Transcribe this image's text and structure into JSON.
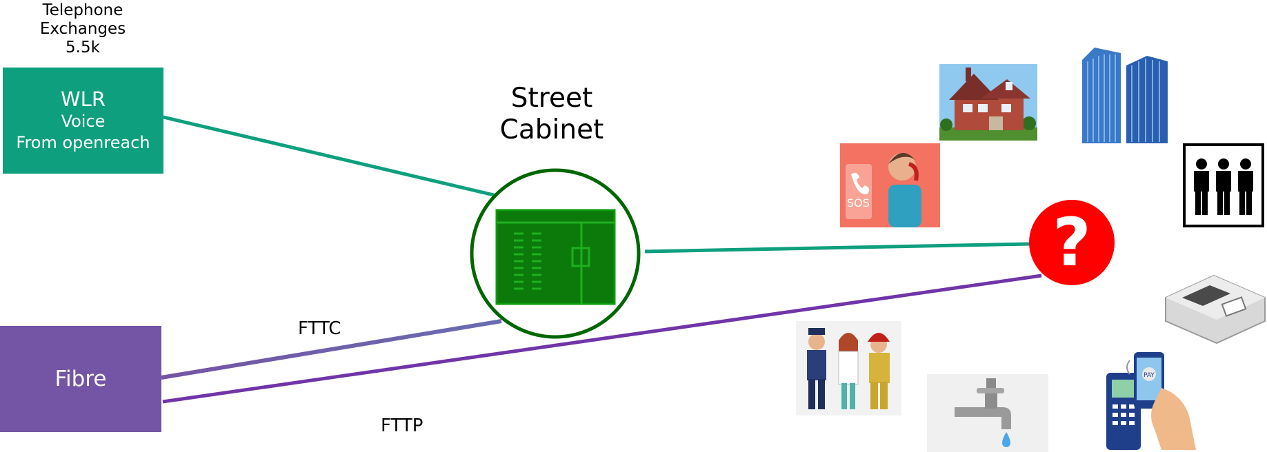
{
  "exchange": {
    "line1": "Telephone",
    "line2": "Exchanges",
    "count": "5.5k"
  },
  "wlr": {
    "title": "WLR",
    "line1": "Voice",
    "line2": "From openreach"
  },
  "fibre": {
    "label": "Fibre"
  },
  "cabinet": {
    "line1": "Street",
    "line2": "Cabinet"
  },
  "links": {
    "fttc": "FTTC",
    "fttp": "FTTP"
  },
  "unknown": {
    "symbol": "?"
  },
  "colors": {
    "wlr": "#0e9f7e",
    "fibre": "#7454a4",
    "cabinet": "#006600",
    "question": "#ff0000"
  },
  "icons": [
    "house-icon",
    "office-buildings-icon",
    "sos-phone-icon",
    "people-group-icon",
    "card-terminal-icon",
    "emergency-services-icon",
    "water-tap-icon",
    "mobile-payment-icon"
  ],
  "sos_label": "SOS",
  "pay_label": "PAY"
}
